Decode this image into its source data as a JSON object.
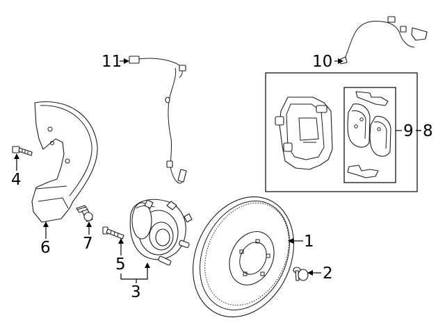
{
  "diagram": {
    "title": "Front brake assembly exploded view",
    "callouts": {
      "c1": "1",
      "c2": "2",
      "c3": "3",
      "c4": "4",
      "c5": "5",
      "c6": "6",
      "c7": "7",
      "c8": "8",
      "c9": "9",
      "c10": "10",
      "c11": "11"
    }
  }
}
